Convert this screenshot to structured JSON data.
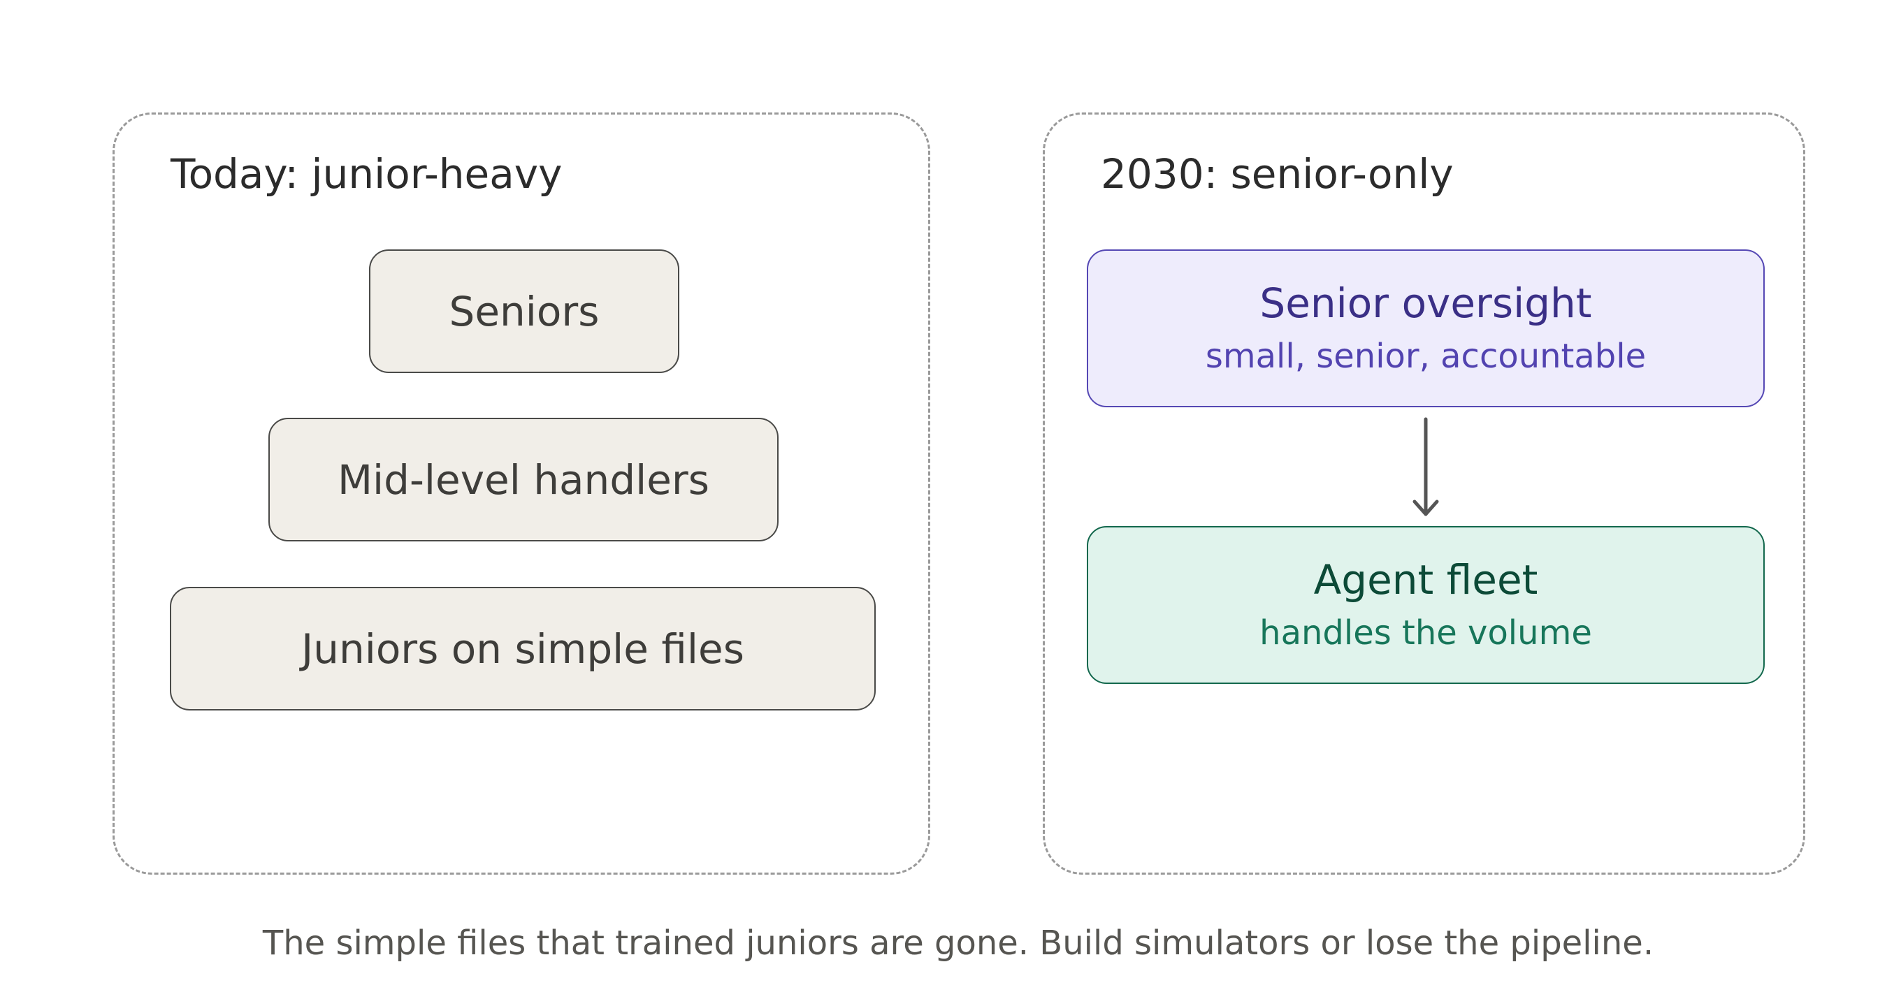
{
  "left_panel": {
    "title": "Today: junior-heavy",
    "tiers": [
      {
        "label": "Seniors"
      },
      {
        "label": "Mid-level handlers"
      },
      {
        "label": "Juniors on simple files"
      }
    ]
  },
  "right_panel": {
    "title": "2030: senior-only",
    "top_box": {
      "title": "Senior oversight",
      "subtitle": "small, senior, accountable"
    },
    "bottom_box": {
      "title": "Agent fleet",
      "subtitle": "handles the volume"
    }
  },
  "caption": "The simple files that trained juniors are gone. Build simulators or lose the pipeline.",
  "colors": {
    "tier_fill": "#f1eee8",
    "oversight_fill": "#eeecfc",
    "oversight_accent": "#5548b4",
    "agents_fill": "#e0f3ec",
    "agents_accent": "#13684d",
    "dashed_border": "#9a9a9a"
  }
}
